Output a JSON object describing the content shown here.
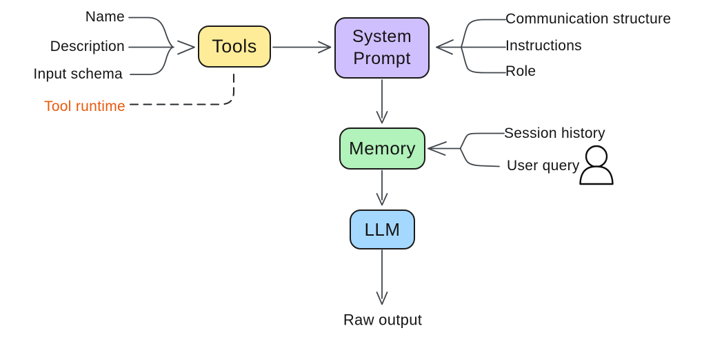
{
  "colors": {
    "background": "#ffffff",
    "box_border": "#1a1a1a",
    "connector": "#3f454b",
    "tools_fill": "#ffec99",
    "system_prompt_fill": "#d0bfff",
    "memory_fill": "#b2f2bb",
    "llm_fill": "#a5d8ff",
    "tool_runtime_color": "#e8590c"
  },
  "nodes": {
    "tools": {
      "label": "Tools",
      "fill": "#ffec99"
    },
    "system_prompt": {
      "label": "System Prompt",
      "fill": "#d0bfff"
    },
    "memory": {
      "label": "Memory",
      "fill": "#b2f2bb"
    },
    "llm": {
      "label": "LLM",
      "fill": "#a5d8ff"
    }
  },
  "tool_inputs": [
    "Name",
    "Description",
    "Input schema"
  ],
  "tool_runtime": {
    "label": "Tool runtime",
    "color": "#e8590c"
  },
  "system_prompt_inputs": [
    "Communication structure",
    "Instructions",
    "Role"
  ],
  "memory_inputs": [
    "Session history",
    "User query"
  ],
  "output": {
    "label": "Raw output"
  },
  "icons": {
    "user": "person-outline"
  }
}
